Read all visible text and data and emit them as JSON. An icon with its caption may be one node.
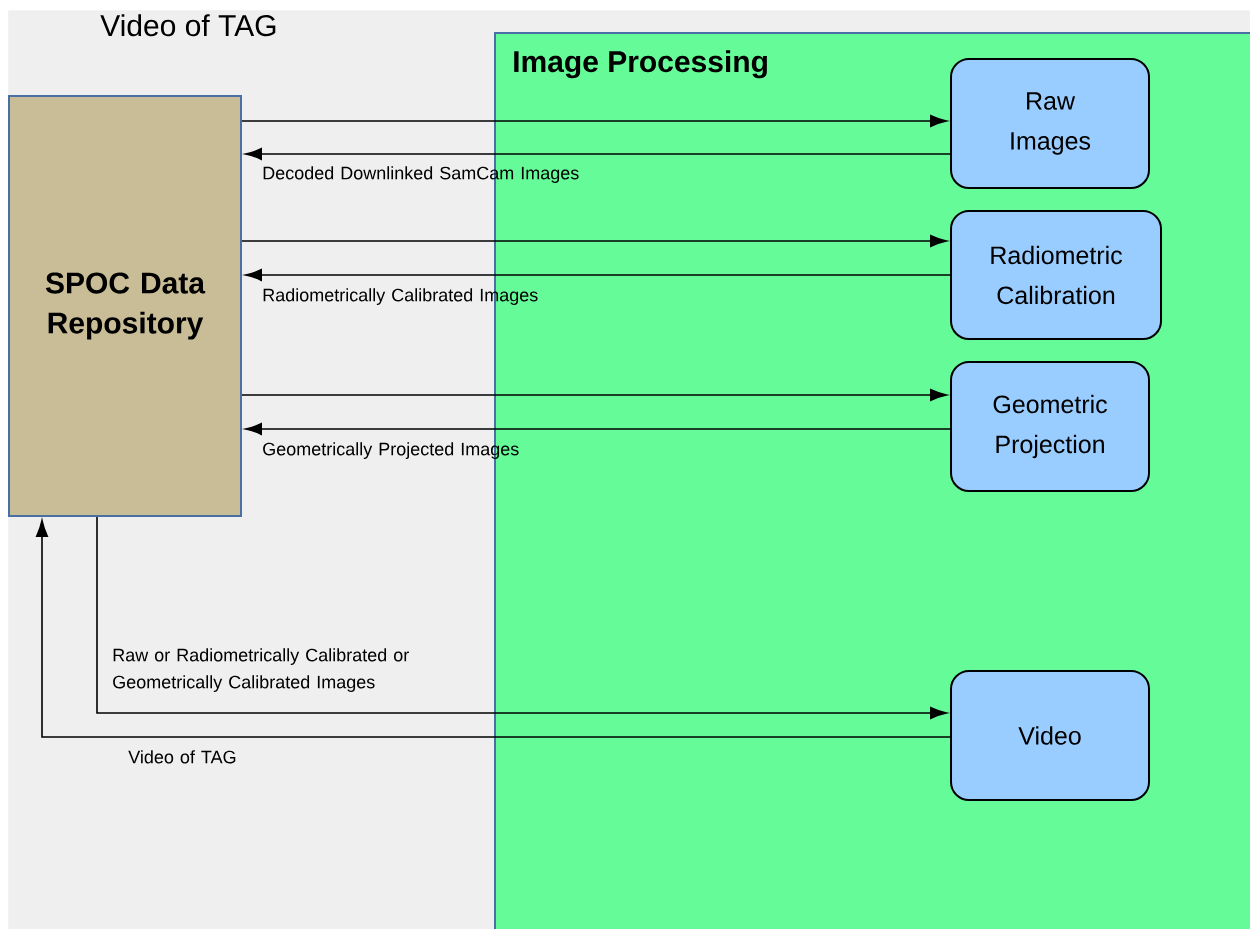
{
  "diagram": {
    "nodes": [
      {
        "text": [
          "Video of TAG"
        ]
      },
      {
        "text": [
          "Image Processing"
        ],
        "in": 0
      },
      {
        "text": [
          "SPOC Data Repository"
        ],
        "in": 0
      },
      {
        "text": [
          "Raw Images"
        ],
        "in": 1
      },
      {
        "text": [
          "Radiometric Calibration"
        ],
        "in": 1
      },
      {
        "text": [
          "Geometric Projection"
        ],
        "in": 1
      },
      {
        "text": [
          "Video"
        ],
        "in": 1
      }
    ],
    "edges": [
      {
        "from": 2,
        "to": 3,
        "arrow": "to"
      },
      {
        "from": 3,
        "to": 2,
        "arrow": "to",
        "label": "Decoded Downlinked SamCam Images"
      },
      {
        "from": 2,
        "to": 4,
        "arrow": "to"
      },
      {
        "from": 4,
        "to": 2,
        "arrow": "to",
        "label": "Radiometrically Calibrated Images"
      },
      {
        "from": 2,
        "to": 5,
        "arrow": "to"
      },
      {
        "from": 5,
        "to": 2,
        "arrow": "to",
        "label": "Geometrically Projected Images"
      },
      {
        "from": 2,
        "to": 6,
        "arrow": "to",
        "label": "Raw or Radiometrically Calibrated or Geometrically Calibrated Images"
      },
      {
        "from": 6,
        "to": 2,
        "arrow": "to",
        "label": "Video of TAG"
      }
    ]
  }
}
